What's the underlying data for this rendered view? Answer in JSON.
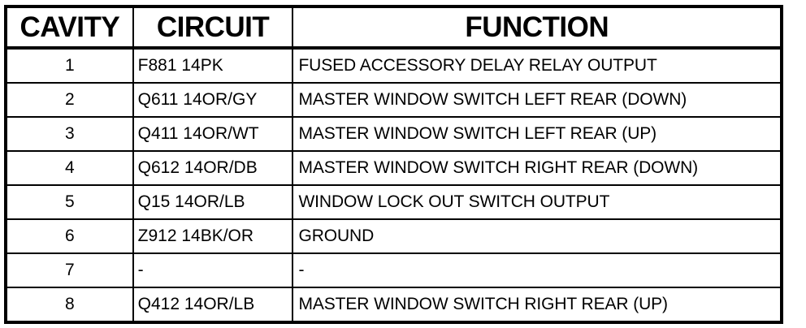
{
  "document": {
    "kind": "connector-pinout-table",
    "background_color": "#ffffff",
    "line_color": "#000000",
    "text_color": "#000000"
  },
  "table": {
    "columns": [
      {
        "key": "cavity",
        "label": "CAVITY"
      },
      {
        "key": "circuit",
        "label": "CIRCUIT"
      },
      {
        "key": "function",
        "label": "FUNCTION"
      }
    ],
    "rows": [
      {
        "cavity": "1",
        "circuit": "F881 14PK",
        "function": "FUSED ACCESSORY DELAY RELAY OUTPUT"
      },
      {
        "cavity": "2",
        "circuit": "Q611 14OR/GY",
        "function": "MASTER WINDOW SWITCH LEFT REAR (DOWN)"
      },
      {
        "cavity": "3",
        "circuit": "Q411 14OR/WT",
        "function": "MASTER WINDOW SWITCH LEFT REAR (UP)"
      },
      {
        "cavity": "4",
        "circuit": "Q612 14OR/DB",
        "function": "MASTER WINDOW SWITCH RIGHT REAR (DOWN)"
      },
      {
        "cavity": "5",
        "circuit": "Q15 14OR/LB",
        "function": "WINDOW LOCK OUT SWITCH OUTPUT"
      },
      {
        "cavity": "6",
        "circuit": "Z912 14BK/OR",
        "function": "GROUND"
      },
      {
        "cavity": "7",
        "circuit": "-",
        "function": "-"
      },
      {
        "cavity": "8",
        "circuit": "Q412 14OR/LB",
        "function": "MASTER WINDOW SWITCH RIGHT REAR (UP)"
      }
    ]
  }
}
